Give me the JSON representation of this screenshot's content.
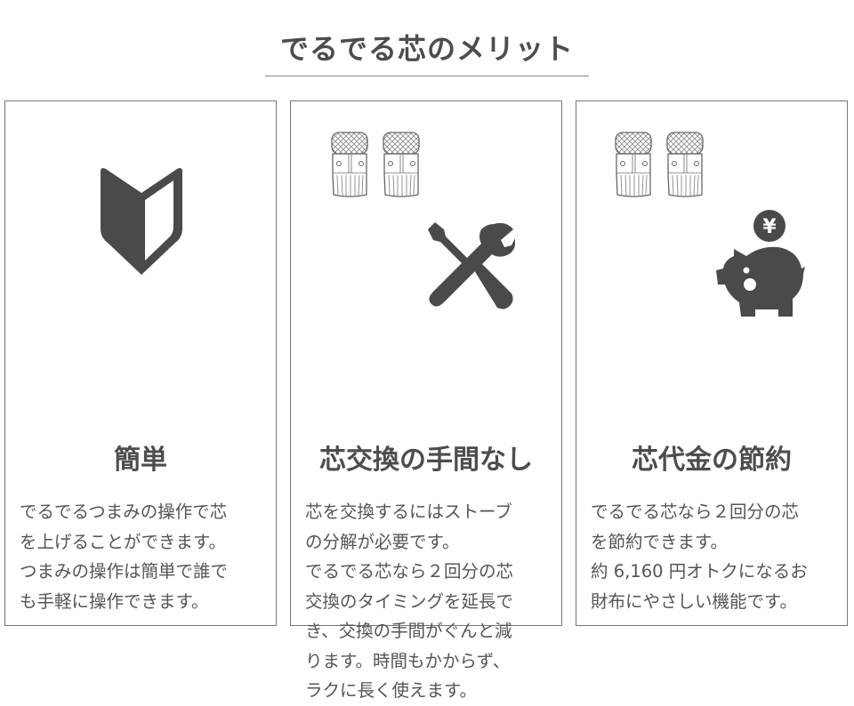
{
  "page_title": "でるでる芯のメリット",
  "colors": {
    "highlight": "#ffe88a",
    "icon": "#4a4a4a",
    "text": "#555555"
  },
  "cards": [
    {
      "heading": "簡単",
      "icon": "beginner-mark-icon",
      "lines": [
        "でるでるつまみの操作で芯",
        "を上げることができます。",
        "つまみの操作は簡単で誰で",
        "も手軽に操作できます。"
      ]
    },
    {
      "heading": "芯交換の手間なし",
      "icon": "wrench-screwdriver-icon",
      "lines": [
        "芯を交換するにはストーブ",
        "の分解が必要です。",
        "でるでる芯なら２回分の芯",
        "交換のタイミングを延長で",
        "き、交換の手間がぐんと減",
        "ります。時間もかからず、",
        "ラクに長く使えます。"
      ]
    },
    {
      "heading": "芯代金の節約",
      "icon": "piggy-bank-icon",
      "coin_symbol": "¥",
      "lines": [
        "でるでる芯なら２回分の芯",
        "を節約できます。",
        "約 6,160 円オトクになるお",
        "財布にやさしい機能です。"
      ]
    }
  ]
}
